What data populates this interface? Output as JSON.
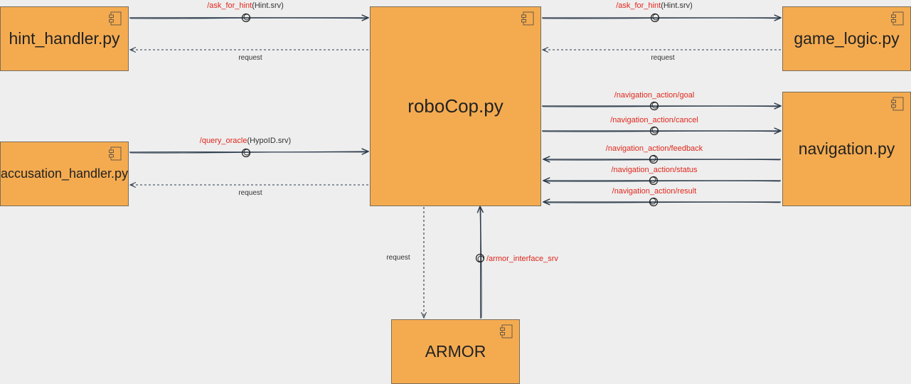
{
  "nodes": {
    "hint_handler": {
      "name": "hint_handler.py"
    },
    "robocop": {
      "name": "roboCop.py"
    },
    "game_logic": {
      "name": "game_logic.py"
    },
    "navigation": {
      "name": "navigation.py"
    },
    "accusation_handler": {
      "name": "accusation_handler.py"
    },
    "armor": {
      "name": "ARMOR"
    }
  },
  "edges": {
    "hint_ask": {
      "topic": "/ask_for_hint",
      "type": "(Hint.srv)",
      "reply": "request"
    },
    "game_ask": {
      "topic": "/ask_for_hint",
      "type": "(Hint.srv)",
      "reply": "request"
    },
    "query_oracle": {
      "topic": "/query_oracle",
      "type": "(HypoID.srv)",
      "reply": "request"
    },
    "nav_goal": {
      "topic": "/navigation_action/goal"
    },
    "nav_cancel": {
      "topic": "/navigation_action/cancel"
    },
    "nav_feedback": {
      "topic": "/navigation_action/feedback"
    },
    "nav_status": {
      "topic": "/navigation_action/status"
    },
    "nav_result": {
      "topic": "/navigation_action/result"
    },
    "armor_request": {
      "reply": "request"
    },
    "armor_srv": {
      "topic": "/armor_interface_srv"
    }
  },
  "colors": {
    "node_fill": "#f4ab50",
    "node_border": "#7a6d59",
    "edge": "#2b3a4a",
    "topic_label": "#e0261b",
    "background": "#eeeeee"
  },
  "icons": {
    "component": "uml-component-icon",
    "interface": "interface-lollipop-icon"
  }
}
